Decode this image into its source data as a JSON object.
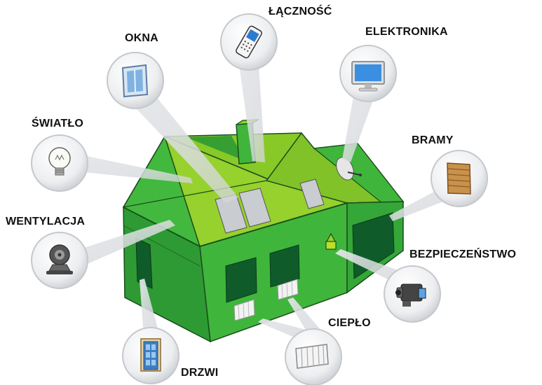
{
  "colors": {
    "roof": "#8fcf2a",
    "wall_dark": "#2e9a34",
    "wall_mid": "#3fb53c",
    "edge": "#1a4d1a",
    "window": "#0f5c2a",
    "bubble": "#d6d8dc"
  },
  "items": [
    {
      "id": "lacznosc",
      "label": "ŁĄCZNOŚĆ",
      "icon": "mobile-phone-icon"
    },
    {
      "id": "okna",
      "label": "OKNA",
      "icon": "window-icon"
    },
    {
      "id": "elektronika",
      "label": "ELEKTRONIKA",
      "icon": "monitor-icon"
    },
    {
      "id": "swiatlo",
      "label": "ŚWIATŁO",
      "icon": "light-bulb-icon"
    },
    {
      "id": "bramy",
      "label": "BRAMY",
      "icon": "garage-door-icon"
    },
    {
      "id": "wentylacja",
      "label": "WENTYLACJA",
      "icon": "ventilation-fan-icon"
    },
    {
      "id": "bezpieczenstwo",
      "label": "BEZPIECZEŃSTWO",
      "icon": "video-camera-icon"
    },
    {
      "id": "cieplo",
      "label": "CIEPŁO",
      "icon": "radiator-icon"
    },
    {
      "id": "drzwi",
      "label": "DRZWI",
      "icon": "door-icon"
    }
  ]
}
